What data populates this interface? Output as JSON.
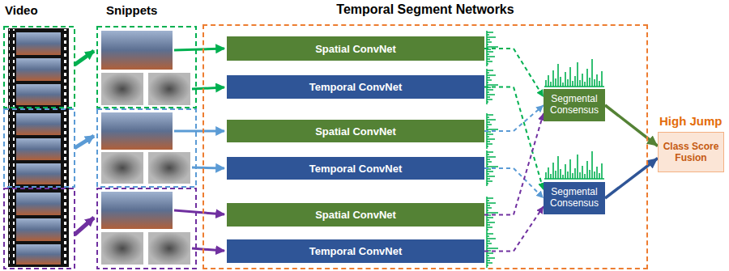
{
  "diagram": {
    "nodes": [
      {
        "text": [
          "Temporal Segment Networks"
        ]
      },
      {
        "text": [
          "Spatial ConvNet"
        ],
        "in": 0
      },
      {
        "text": [
          "Temporal ConvNet"
        ],
        "in": 0
      },
      {
        "text": [
          "Spatial ConvNet"
        ],
        "in": 0
      },
      {
        "text": [
          "Temporal ConvNet"
        ],
        "in": 0
      },
      {
        "text": [
          "Spatial ConvNet"
        ],
        "in": 0
      },
      {
        "text": [
          "Temporal ConvNet"
        ],
        "in": 0
      },
      {
        "text": [
          "Segmental Consensus"
        ],
        "in": 0
      },
      {
        "text": [
          "Segmental Consensus"
        ],
        "in": 0
      },
      {
        "text": [
          "Class Score Fusion"
        ]
      }
    ],
    "edges": [
      {
        "from": 1,
        "to": 7,
        "arrow": "to"
      },
      {
        "from": 2,
        "to": 8,
        "arrow": "to"
      },
      {
        "from": 3,
        "to": 7,
        "arrow": "to"
      },
      {
        "from": 4,
        "to": 8,
        "arrow": "to"
      },
      {
        "from": 5,
        "to": 7,
        "arrow": "to"
      },
      {
        "from": 6,
        "to": 8,
        "arrow": "to"
      },
      {
        "from": 7,
        "to": 9,
        "arrow": "to"
      },
      {
        "from": 8,
        "to": 9,
        "arrow": "to"
      }
    ],
    "labels": [
      "Video",
      "Snippets",
      "High Jump"
    ]
  }
}
